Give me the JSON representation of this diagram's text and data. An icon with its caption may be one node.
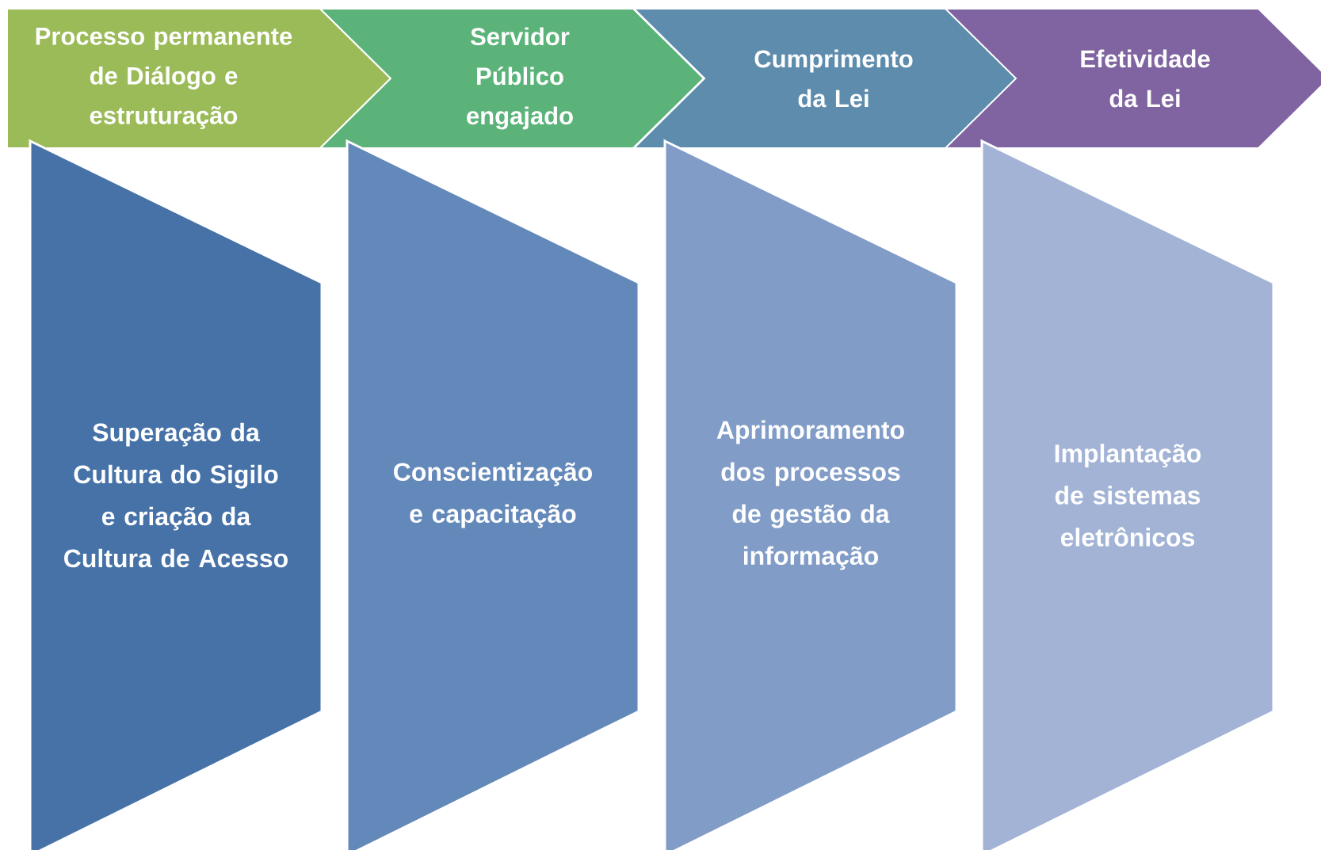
{
  "diagram": {
    "nodes": [
      {
        "text": [
          "Processo permanente de Diálogo e estruturação"
        ]
      },
      {
        "text": [
          "Servidor Público engajado"
        ]
      },
      {
        "text": [
          "Cumprimento da Lei"
        ]
      },
      {
        "text": [
          "Efetividade da Lei"
        ]
      },
      {
        "text": [
          "Superação da Cultura do Sigilo e criação da Cultura de Acesso"
        ]
      },
      {
        "text": [
          "Conscientização e capacitação"
        ]
      },
      {
        "text": [
          "Aprimoramento dos processos de gestão da informação"
        ]
      },
      {
        "text": [
          "Implantação de sistemas eletrônicos"
        ]
      }
    ]
  }
}
